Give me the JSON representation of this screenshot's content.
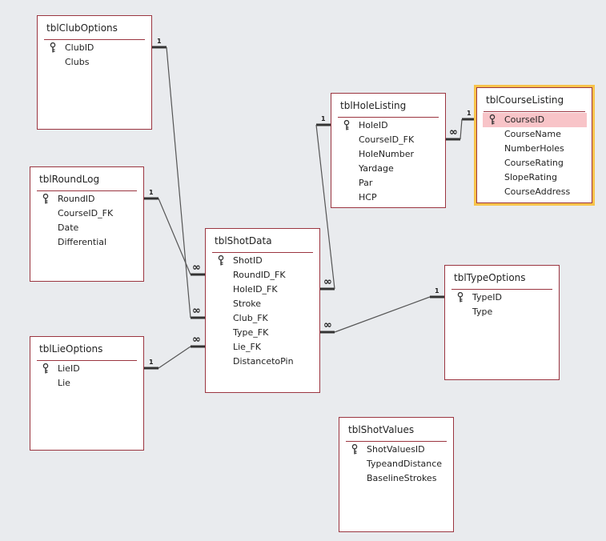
{
  "tables": [
    {
      "id": "tblClubOptions",
      "title": "tblClubOptions",
      "fields": [
        {
          "name": "ClubID",
          "key": true
        },
        {
          "name": "Clubs",
          "key": false
        }
      ]
    },
    {
      "id": "tblRoundLog",
      "title": "tblRoundLog",
      "fields": [
        {
          "name": "RoundID",
          "key": true
        },
        {
          "name": "CourseID_FK",
          "key": false
        },
        {
          "name": "Date",
          "key": false
        },
        {
          "name": "Differential",
          "key": false
        }
      ]
    },
    {
      "id": "tblLieOptions",
      "title": "tblLieOptions",
      "fields": [
        {
          "name": "LieID",
          "key": true
        },
        {
          "name": "Lie",
          "key": false
        }
      ]
    },
    {
      "id": "tblShotData",
      "title": "tblShotData",
      "fields": [
        {
          "name": "ShotID",
          "key": true
        },
        {
          "name": "RoundID_FK",
          "key": false
        },
        {
          "name": "HoleID_FK",
          "key": false
        },
        {
          "name": "Stroke",
          "key": false
        },
        {
          "name": "Club_FK",
          "key": false
        },
        {
          "name": "Type_FK",
          "key": false
        },
        {
          "name": "Lie_FK",
          "key": false
        },
        {
          "name": "DistancetoPin",
          "key": false
        }
      ]
    },
    {
      "id": "tblHoleListing",
      "title": "tblHoleListing",
      "fields": [
        {
          "name": "HoleID",
          "key": true
        },
        {
          "name": "CourseID_FK",
          "key": false
        },
        {
          "name": "HoleNumber",
          "key": false
        },
        {
          "name": "Yardage",
          "key": false
        },
        {
          "name": "Par",
          "key": false
        },
        {
          "name": "HCP",
          "key": false
        }
      ]
    },
    {
      "id": "tblCourseListing",
      "title": "tblCourseListing",
      "selected": true,
      "fields": [
        {
          "name": "CourseID",
          "key": true,
          "highlighted": true
        },
        {
          "name": "CourseName",
          "key": false
        },
        {
          "name": "NumberHoles",
          "key": false
        },
        {
          "name": "CourseRating",
          "key": false
        },
        {
          "name": "SlopeRating",
          "key": false
        },
        {
          "name": "CourseAddress",
          "key": false
        }
      ]
    },
    {
      "id": "tblTypeOptions",
      "title": "tblTypeOptions",
      "fields": [
        {
          "name": "TypeID",
          "key": true
        },
        {
          "name": "Type",
          "key": false
        }
      ]
    },
    {
      "id": "tblShotValues",
      "title": "tblShotValues",
      "fields": [
        {
          "name": "ShotValuesID",
          "key": true
        },
        {
          "name": "TypeandDistance",
          "key": false
        },
        {
          "name": "BaselineStrokes",
          "key": false
        }
      ]
    }
  ],
  "relationships": [
    {
      "from": "tblClubOptions.ClubID",
      "to": "tblShotData.Club_FK",
      "one": "1",
      "many": "∞"
    },
    {
      "from": "tblRoundLog.RoundID",
      "to": "tblShotData.RoundID_FK",
      "one": "1",
      "many": "∞"
    },
    {
      "from": "tblLieOptions.LieID",
      "to": "tblShotData.Lie_FK",
      "one": "1",
      "many": "∞"
    },
    {
      "from": "tblHoleListing.HoleID",
      "to": "tblShotData.HoleID_FK",
      "one": "1",
      "many": "∞"
    },
    {
      "from": "tblCourseListing.CourseID",
      "to": "tblHoleListing.CourseID_FK",
      "one": "1",
      "many": "∞"
    },
    {
      "from": "tblTypeOptions.TypeID",
      "to": "tblShotData.Type_FK",
      "one": "1",
      "many": "∞"
    }
  ]
}
